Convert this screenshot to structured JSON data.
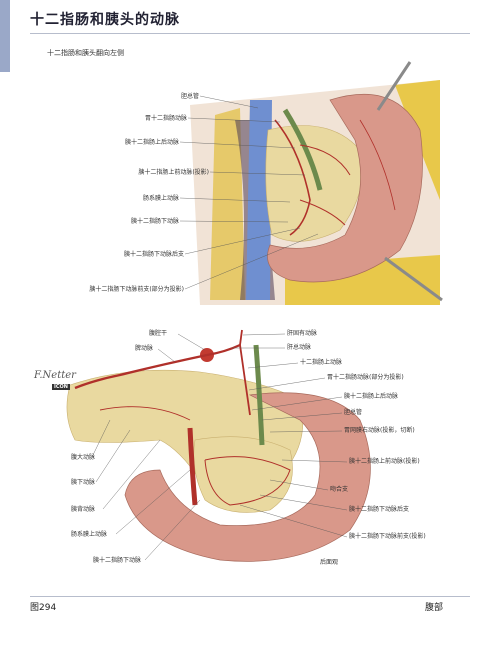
{
  "page": {
    "title": "十二指肠和胰头的动脉",
    "subtitle": "十二指肠和胰头翻向左侧",
    "figure_number": "图294",
    "section": "腹部",
    "signature": "F.Netter",
    "signature_badge": "ICON"
  },
  "top_labels": [
    "胆总管",
    "胃十二指肠动脉",
    "胰十二指肠上后动脉",
    "胰十二指肠上前动脉(投影)",
    "肠系膜上动脉",
    "胰十二指肠下动脉",
    "胰十二指肠下动脉后支",
    "胰十二指肠下动脉前支(部分为投影)"
  ],
  "bottom_labels_left": [
    "腹腔干",
    "脾动脉",
    "腹大动脉",
    "胰下动脉",
    "胰背动脉",
    "肠系膜上动脉",
    "胰十二指肠下动脉"
  ],
  "bottom_labels_right": [
    "肝固有动脉",
    "肝总动脉",
    "十二指肠上动脉",
    "胃十二指肠动脉(部分为投影)",
    "胰十二指肠上后动脉",
    "胆总管",
    "胃网膜右动脉(投影，切断)",
    "胰十二指肠上前动脉(投影)",
    "吻合支",
    "胰十二指肠下动脉后支",
    "胰十二指肠下动脉前支(投影)"
  ],
  "view_note": "后面观",
  "colors": {
    "artery": "#b0302a",
    "duodenum": "#d9988a",
    "pancreas": "#e9d9a0",
    "fat": "#e8c84a",
    "vein": "#6f8fd0",
    "bile_duct": "#6c8a4c"
  }
}
